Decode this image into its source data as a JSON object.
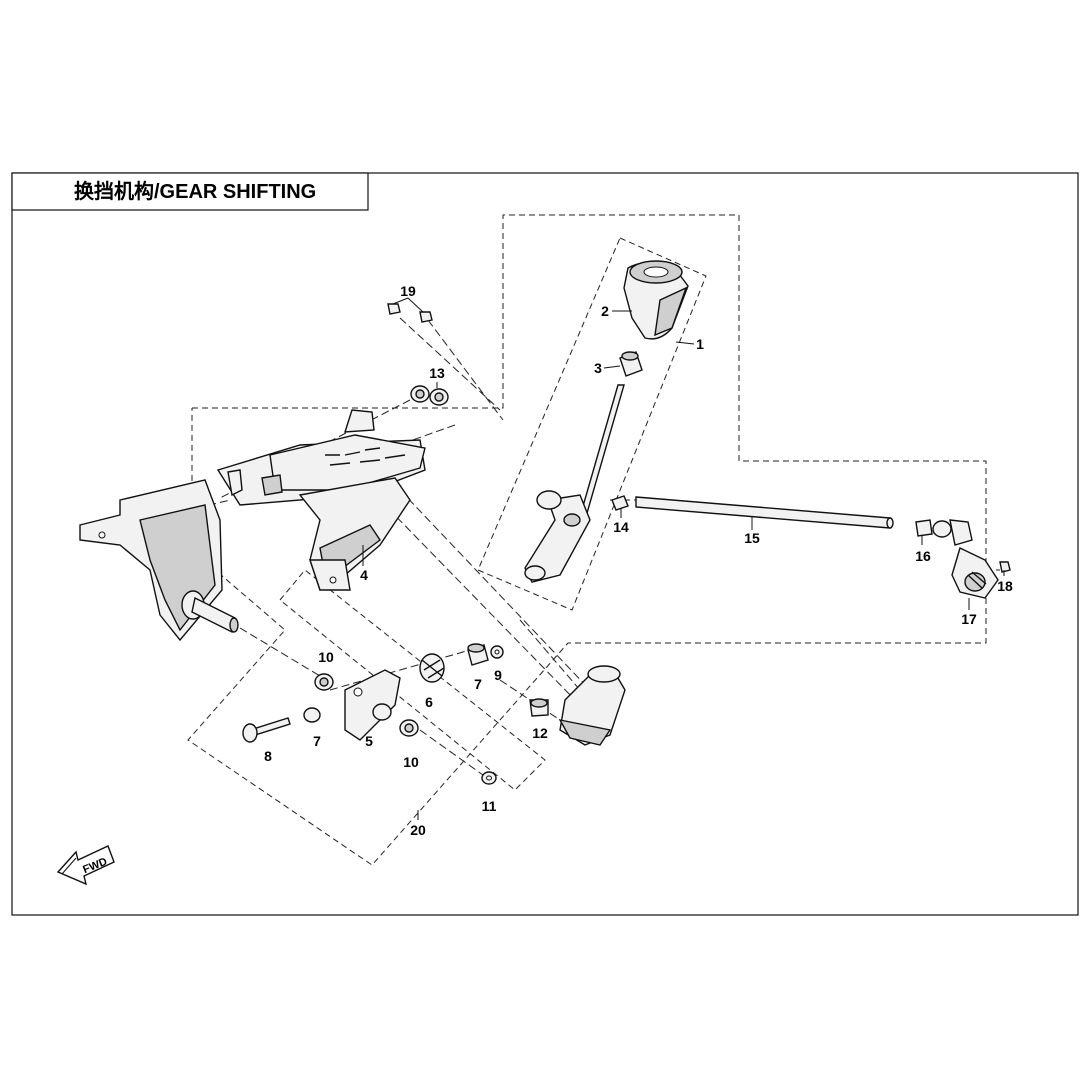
{
  "diagram": {
    "title": "换挡机构/GEAR SHIFTING",
    "fwd_label": "FWD",
    "callouts": [
      {
        "id": "c1",
        "label": "1"
      },
      {
        "id": "c2",
        "label": "2"
      },
      {
        "id": "c3",
        "label": "3"
      },
      {
        "id": "c4",
        "label": "4"
      },
      {
        "id": "c5",
        "label": "5"
      },
      {
        "id": "c6",
        "label": "6"
      },
      {
        "id": "c7a",
        "label": "7"
      },
      {
        "id": "c7b",
        "label": "7"
      },
      {
        "id": "c8",
        "label": "8"
      },
      {
        "id": "c9",
        "label": "9"
      },
      {
        "id": "c10a",
        "label": "10"
      },
      {
        "id": "c10b",
        "label": "10"
      },
      {
        "id": "c11",
        "label": "11"
      },
      {
        "id": "c12",
        "label": "12"
      },
      {
        "id": "c13",
        "label": "13"
      },
      {
        "id": "c14",
        "label": "14"
      },
      {
        "id": "c15",
        "label": "15"
      },
      {
        "id": "c16",
        "label": "16"
      },
      {
        "id": "c17",
        "label": "17"
      },
      {
        "id": "c18",
        "label": "18"
      },
      {
        "id": "c19",
        "label": "19"
      },
      {
        "id": "c20",
        "label": "20"
      }
    ]
  }
}
